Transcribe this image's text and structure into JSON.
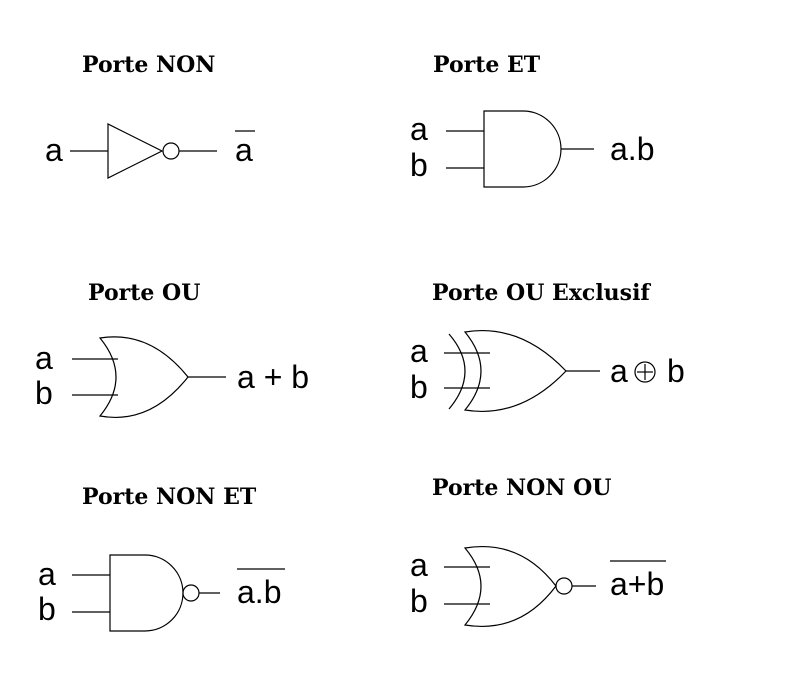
{
  "gates": [
    {
      "id": "not",
      "title": "Porte NON",
      "input_a": "a",
      "output": "a"
    },
    {
      "id": "and",
      "title": "Porte ET",
      "input_a": "a",
      "input_b": "b",
      "output": "a.b"
    },
    {
      "id": "or",
      "title": "Porte OU",
      "input_a": "a",
      "input_b": "b",
      "output": "a + b"
    },
    {
      "id": "xor",
      "title": "Porte OU Exclusif",
      "input_a": "a",
      "input_b": "b",
      "output_left": "a",
      "output_right": "b"
    },
    {
      "id": "nand",
      "title": "Porte NON ET",
      "input_a": "a",
      "input_b": "b",
      "output": "a.b"
    },
    {
      "id": "nor",
      "title": "Porte NON OU",
      "input_a": "a",
      "input_b": "b",
      "output": "a+b"
    }
  ]
}
